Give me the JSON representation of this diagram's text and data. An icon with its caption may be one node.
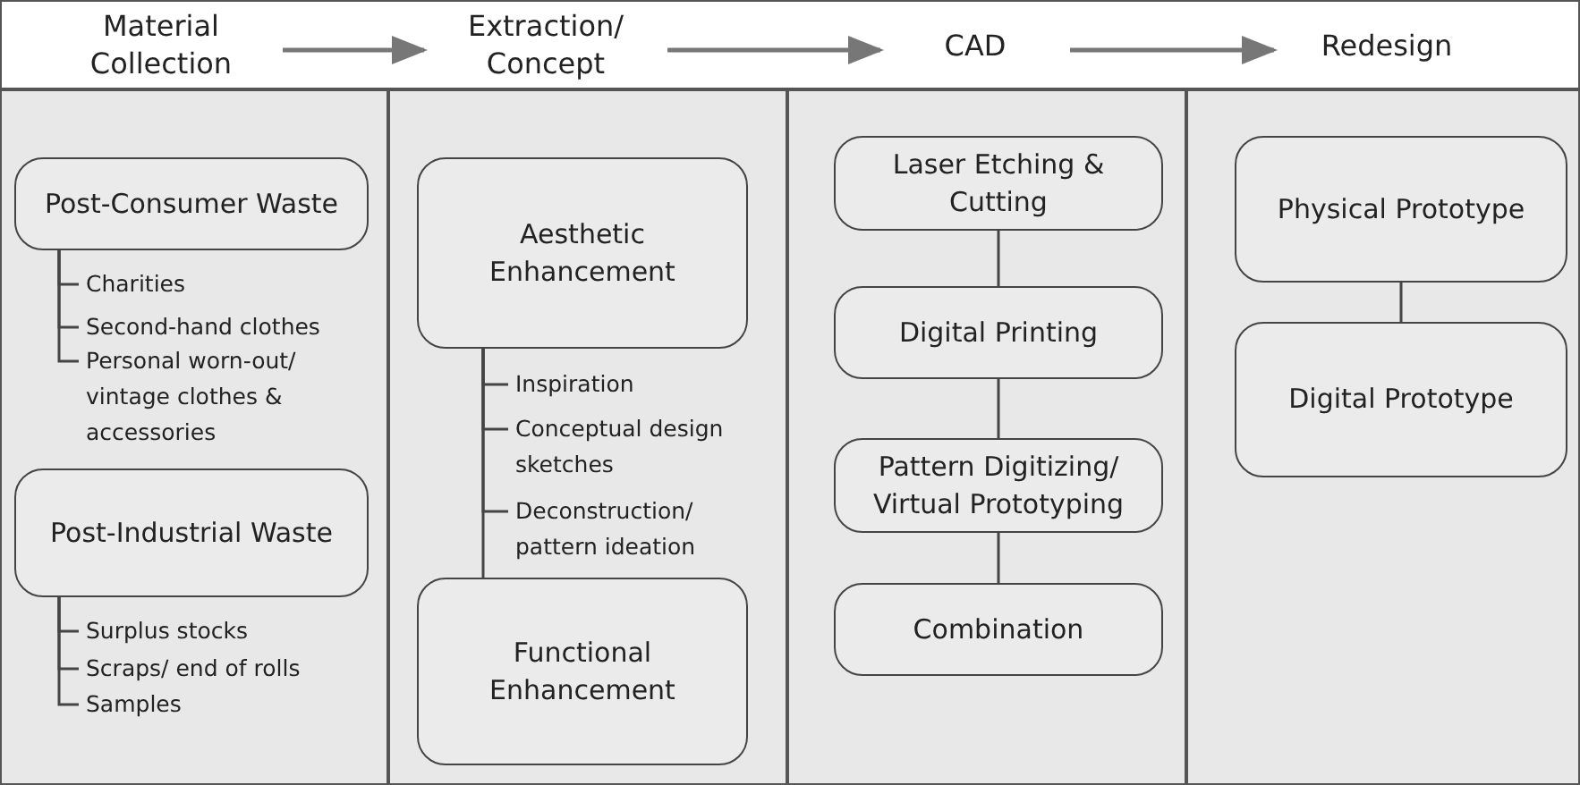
{
  "diagram": {
    "nodes": [
      {
        "text": [
          "Material Collection"
        ]
      },
      {
        "text": [
          "Extraction/ Concept"
        ]
      },
      {
        "text": [
          "CAD"
        ]
      },
      {
        "text": [
          "Redesign"
        ]
      },
      {
        "text": [
          "Post-Consumer Waste"
        ]
      },
      {
        "text": [
          "Charities"
        ]
      },
      {
        "text": [
          "Second-hand clothes"
        ]
      },
      {
        "text": [
          "Personal worn-out/ vintage clothes & accessories"
        ]
      },
      {
        "text": [
          "Post-Industrial Waste"
        ]
      },
      {
        "text": [
          "Surplus stocks"
        ]
      },
      {
        "text": [
          "Scraps/ end of rolls"
        ]
      },
      {
        "text": [
          "Samples"
        ]
      },
      {
        "text": [
          "Aesthetic Enhancement"
        ]
      },
      {
        "text": [
          "Inspiration"
        ]
      },
      {
        "text": [
          "Conceptual design sketches"
        ]
      },
      {
        "text": [
          "Deconstruction/ pattern ideation"
        ]
      },
      {
        "text": [
          "Functional Enhancement"
        ]
      },
      {
        "text": [
          "Laser Etching & Cutting"
        ]
      },
      {
        "text": [
          "Digital Printing"
        ]
      },
      {
        "text": [
          "Pattern Digitizing/ Virtual Prototyping"
        ]
      },
      {
        "text": [
          "Combination"
        ]
      },
      {
        "text": [
          "Physical Prototype"
        ]
      },
      {
        "text": [
          "Digital Prototype"
        ]
      }
    ],
    "edges": [
      {
        "from": 0,
        "to": 1,
        "arrow": "to"
      },
      {
        "from": 1,
        "to": 2,
        "arrow": "to"
      },
      {
        "from": 2,
        "to": 3,
        "arrow": "to"
      },
      {
        "from": 4,
        "to": 5,
        "arrow": "none"
      },
      {
        "from": 4,
        "to": 6,
        "arrow": "none"
      },
      {
        "from": 4,
        "to": 7,
        "arrow": "none"
      },
      {
        "from": 8,
        "to": 9,
        "arrow": "none"
      },
      {
        "from": 8,
        "to": 10,
        "arrow": "none"
      },
      {
        "from": 8,
        "to": 11,
        "arrow": "none"
      },
      {
        "from": 12,
        "to": 13,
        "arrow": "none"
      },
      {
        "from": 12,
        "to": 14,
        "arrow": "none"
      },
      {
        "from": 12,
        "to": 15,
        "arrow": "none"
      },
      {
        "from": 12,
        "to": 16,
        "arrow": "none"
      },
      {
        "from": 17,
        "to": 18,
        "arrow": "none"
      },
      {
        "from": 18,
        "to": 19,
        "arrow": "none"
      },
      {
        "from": 19,
        "to": 20,
        "arrow": "none"
      },
      {
        "from": 21,
        "to": 22,
        "arrow": "none"
      }
    ]
  }
}
